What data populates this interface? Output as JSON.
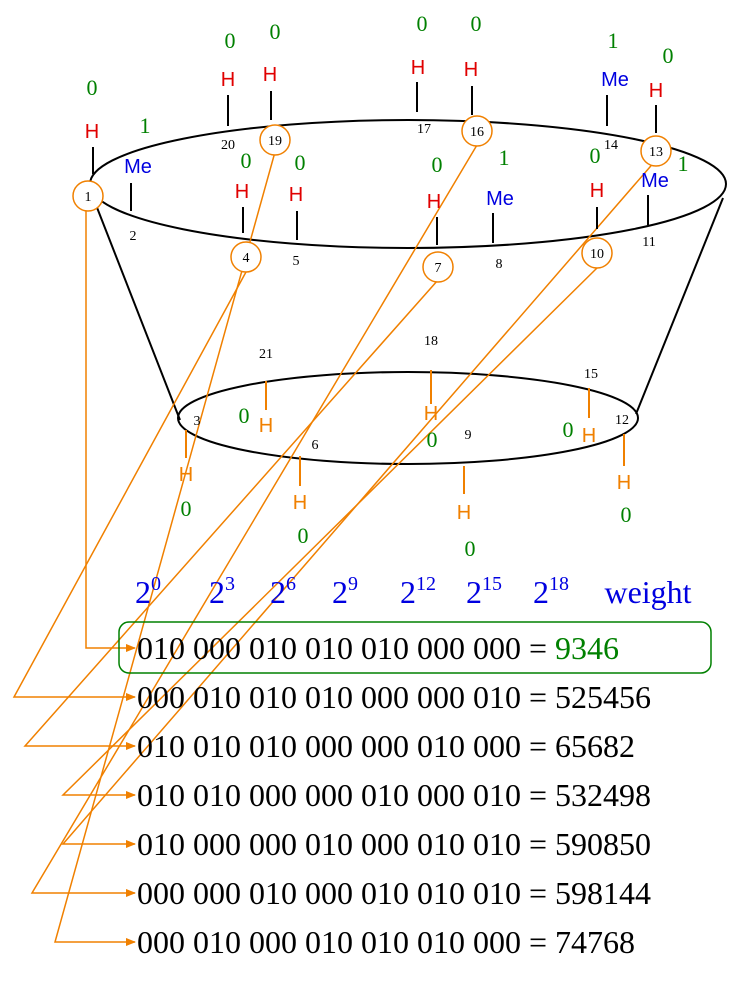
{
  "colors": {
    "h_top": "#e00000",
    "h_bottom": "#f08000",
    "methyl": "#0000e0",
    "spin_zero": "#008000",
    "spin_one": "#008000",
    "arrow": "#f08000",
    "structure": "#000000",
    "weight_header": "#0000e0",
    "highlight_box": "#008000",
    "highlight_value": "#008000"
  },
  "labels": {
    "hydrogen": "H",
    "methyl": "Me"
  },
  "carbons": [
    {
      "n": "1",
      "circled": true
    },
    {
      "n": "2",
      "circled": false
    },
    {
      "n": "3",
      "circled": false
    },
    {
      "n": "4",
      "circled": true
    },
    {
      "n": "5",
      "circled": false
    },
    {
      "n": "6",
      "circled": false
    },
    {
      "n": "7",
      "circled": true
    },
    {
      "n": "8",
      "circled": false
    },
    {
      "n": "9",
      "circled": false
    },
    {
      "n": "10",
      "circled": true
    },
    {
      "n": "11",
      "circled": false
    },
    {
      "n": "12",
      "circled": false
    },
    {
      "n": "13",
      "circled": true
    },
    {
      "n": "14",
      "circled": false
    },
    {
      "n": "15",
      "circled": false
    },
    {
      "n": "16",
      "circled": true
    },
    {
      "n": "17",
      "circled": false
    },
    {
      "n": "18",
      "circled": false
    },
    {
      "n": "19",
      "circled": true
    },
    {
      "n": "20",
      "circled": false
    },
    {
      "n": "21",
      "circled": false
    }
  ],
  "substituents": [
    {
      "carbon": "1",
      "type": "H",
      "spin": "0"
    },
    {
      "carbon": "2",
      "type": "Me",
      "spin": "1"
    },
    {
      "carbon": "4",
      "type": "H",
      "spin": "0"
    },
    {
      "carbon": "5",
      "type": "H",
      "spin": "0"
    },
    {
      "carbon": "7",
      "type": "H",
      "spin": "0"
    },
    {
      "carbon": "8",
      "type": "Me",
      "spin": "1"
    },
    {
      "carbon": "10",
      "type": "H",
      "spin": "0"
    },
    {
      "carbon": "11",
      "type": "Me",
      "spin": "1"
    },
    {
      "carbon": "13",
      "type": "H",
      "spin": "0"
    },
    {
      "carbon": "14",
      "type": "Me",
      "spin": "1"
    },
    {
      "carbon": "16",
      "type": "H",
      "spin": "0"
    },
    {
      "carbon": "17",
      "type": "H",
      "spin": "0"
    },
    {
      "carbon": "19",
      "type": "H",
      "spin": "0"
    },
    {
      "carbon": "20",
      "type": "H",
      "spin": "0"
    },
    {
      "carbon": "3",
      "type": "H",
      "spin": "0"
    },
    {
      "carbon": "6",
      "type": "H",
      "spin": "0"
    },
    {
      "carbon": "9",
      "type": "H",
      "spin": "0"
    },
    {
      "carbon": "12",
      "type": "H",
      "spin": "0"
    },
    {
      "carbon": "15",
      "type": "H",
      "spin": "0"
    },
    {
      "carbon": "18",
      "type": "H",
      "spin": "0"
    },
    {
      "carbon": "21",
      "type": "H",
      "spin": "0"
    }
  ],
  "header": {
    "powers": [
      {
        "base": "2",
        "exp": "0"
      },
      {
        "base": "2",
        "exp": "3"
      },
      {
        "base": "2",
        "exp": "6"
      },
      {
        "base": "2",
        "exp": "9"
      },
      {
        "base": "2",
        "exp": "12"
      },
      {
        "base": "2",
        "exp": "15"
      },
      {
        "base": "2",
        "exp": "18"
      }
    ],
    "weight_label": "weight"
  },
  "equals": "=",
  "rows": [
    {
      "bits": "010 000 010 010 010 000 000",
      "weight": "9346",
      "highlighted": true
    },
    {
      "bits": "000 010 010 010 000 000 010",
      "weight": "525456",
      "highlighted": false
    },
    {
      "bits": "010 010 010 000 000 010 000",
      "weight": "65682",
      "highlighted": false
    },
    {
      "bits": "010 010 000 000 010 000 010",
      "weight": "532498",
      "highlighted": false
    },
    {
      "bits": "010 000 000 010 000 010 010",
      "weight": "590850",
      "highlighted": false
    },
    {
      "bits": "000 000 010 000 010 010 010",
      "weight": "598144",
      "highlighted": false
    },
    {
      "bits": "000 010 000 010 010 010 000",
      "weight": "74768",
      "highlighted": false
    }
  ],
  "arrow_links": [
    {
      "from": "1",
      "to_row": 0
    },
    {
      "from": "4",
      "to_row": 1
    },
    {
      "from": "7",
      "to_row": 2
    },
    {
      "from": "10",
      "to_row": 3
    },
    {
      "from": "13",
      "to_row": 4
    },
    {
      "from": "16",
      "to_row": 5
    },
    {
      "from": "19",
      "to_row": 6
    }
  ]
}
